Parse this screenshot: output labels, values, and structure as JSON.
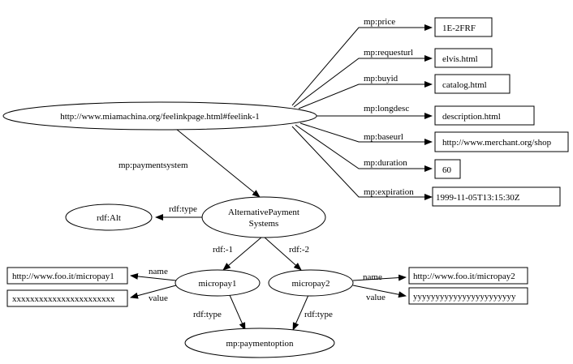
{
  "nodes": {
    "feelink": "http://www.miamachina.org/feelinkpage.html#feelink-1",
    "price": "1E-2FRF",
    "requesturl": "elvis.html",
    "buyid": "catalog.html",
    "longdesc": "description.html",
    "baseurl": "http://www.merchant.org/shop",
    "duration": "60",
    "expiration": "1999-11-05T13:15:30Z",
    "altpay_line1": "AlternativePayment",
    "altpay_line2": "Systems",
    "rdfalt": "rdf:Alt",
    "micropay1": "micropay1",
    "micropay2": "micropay2",
    "foo1": "http://www.foo.it/micropay1",
    "x1": "xxxxxxxxxxxxxxxxxxxxxxx",
    "foo2": "http://www.foo.it/micropay2",
    "y2": "yyyyyyyyyyyyyyyyyyyyyyy",
    "paymentoption": "mp:paymentoption"
  },
  "edges": {
    "price": "mp:price",
    "requesturl": "mp:requesturl",
    "buyid": "mp:buyid",
    "longdesc": "mp:longdesc",
    "baseurl": "mp:baseurl",
    "duration": "mp:duration",
    "expiration": "mp:expiration",
    "paymentsystem": "mp:paymentsystem",
    "rdftype_alt": "rdf:type",
    "rdf1": "rdf:-1",
    "rdf2": "rdf:-2",
    "name1": "name",
    "value1": "value",
    "name2": "name",
    "value2": "value",
    "type1": "rdf:type",
    "type2": "rdf:type"
  }
}
